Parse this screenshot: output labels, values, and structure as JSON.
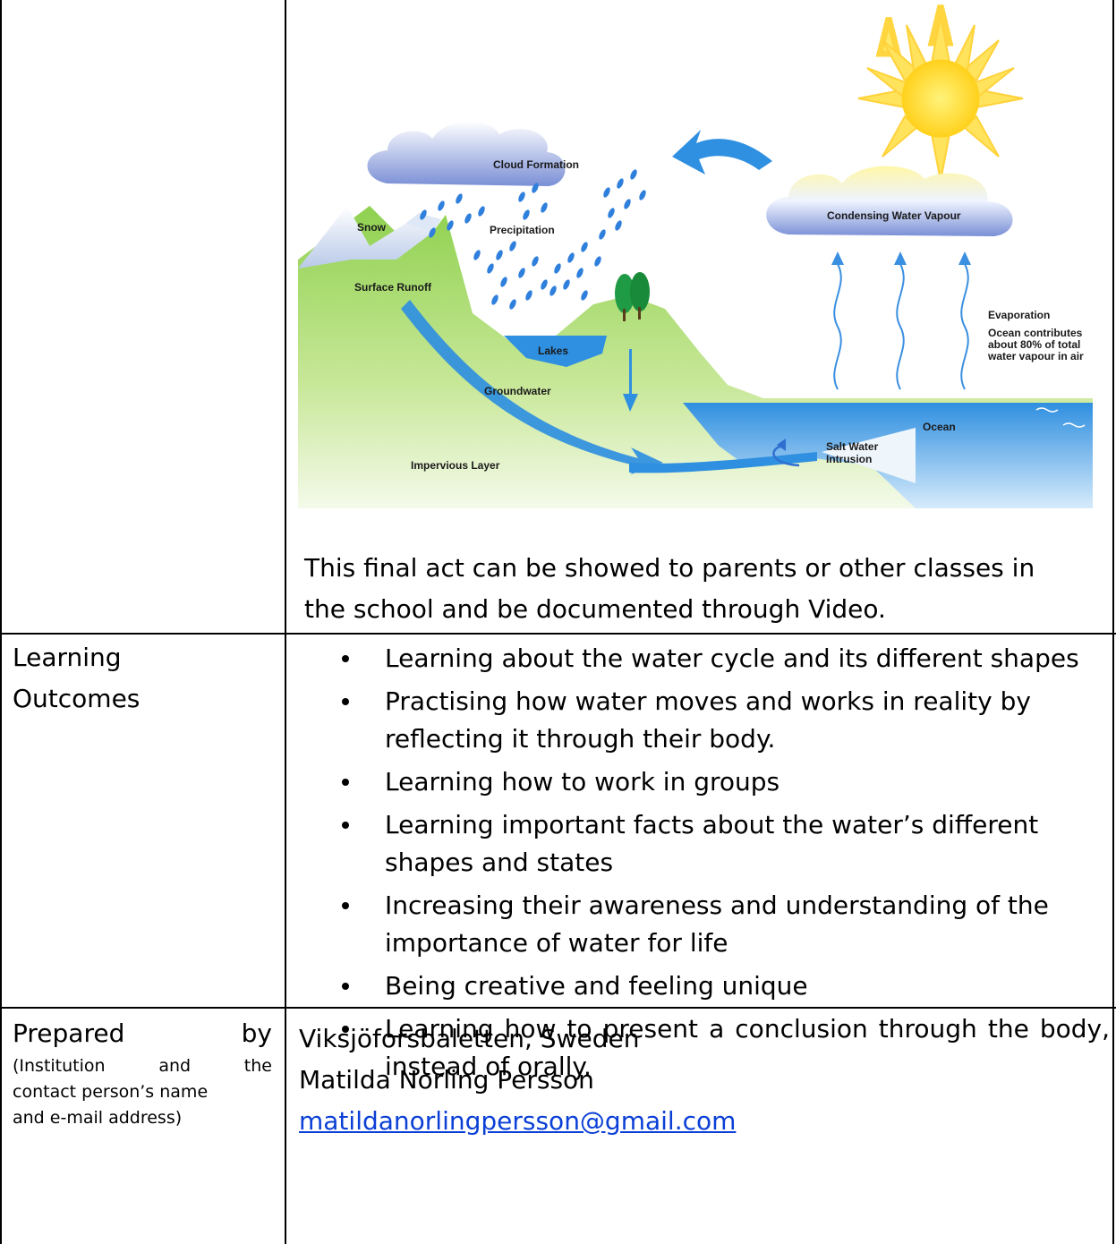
{
  "diagram": {
    "labels": {
      "cloud_formation": "Cloud Formation",
      "condensing": "Condensing Water Vapour",
      "snow": "Snow",
      "precipitation": "Precipitation",
      "surface_runoff": "Surface Runoff",
      "lakes": "Lakes",
      "groundwater": "Groundwater",
      "impervious": "Impervious Layer",
      "ocean": "Ocean",
      "salt_water_1": "Salt Water",
      "salt_water_2": "Intrusion",
      "evaporation": "Evaporation",
      "evap_note_1": "Ocean contributes",
      "evap_note_2": "about 80% of total",
      "evap_note_3": "water vapour in air"
    }
  },
  "activity": {
    "final_act_line1": "This final act can be showed to parents or other classes in",
    "final_act_line2": "the school and be documented through Video."
  },
  "learning_outcomes": {
    "label_line1": "Learning",
    "label_line2": "Outcomes",
    "items": [
      "Learning about the water cycle and its different shapes",
      "Practising how water moves and works in reality by reflecting it through their body.",
      "Learning how to work in groups",
      "Learning important facts about the water’s different shapes and states",
      "Increasing their awareness and understanding of the importance of water for life",
      "Being creative and feeling unique",
      "Learning how to present a conclusion through the body, instead of orally."
    ]
  },
  "prepared_by": {
    "label_word": "Prepared",
    "label_by": "by",
    "label_note_1a": "(Institution",
    "label_note_1b": "and",
    "label_note_1c": "the",
    "label_note_2": "contact person’s name",
    "label_note_3": "and e-mail address)",
    "institution": "Viksjöforsbaletten, Sweden",
    "contact_name": "Matilda Norling Persson",
    "email": "matildanorlingpersson@gmail.com"
  }
}
